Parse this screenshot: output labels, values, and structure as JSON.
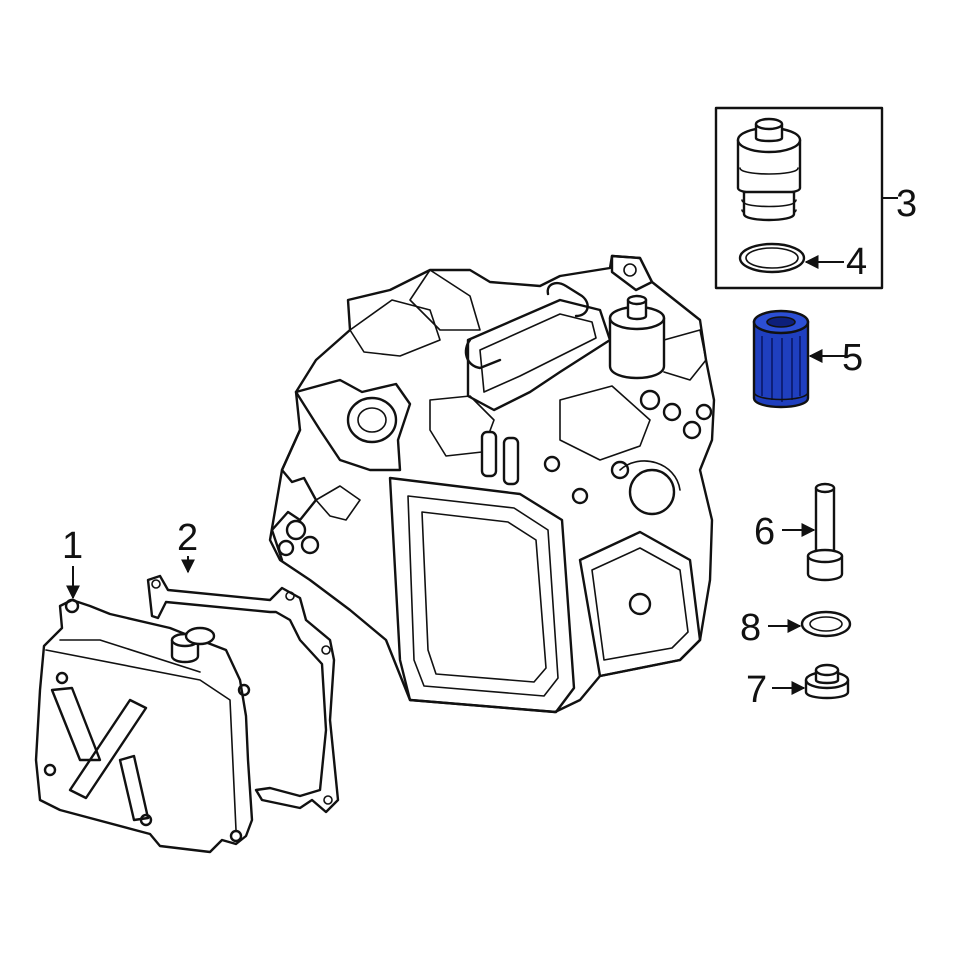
{
  "callouts": [
    {
      "id": "1",
      "label": "1"
    },
    {
      "id": "2",
      "label": "2"
    },
    {
      "id": "3",
      "label": "3"
    },
    {
      "id": "4",
      "label": "4"
    },
    {
      "id": "5",
      "label": "5"
    },
    {
      "id": "6",
      "label": "6"
    },
    {
      "id": "7",
      "label": "7"
    },
    {
      "id": "8",
      "label": "8"
    }
  ],
  "colors": {
    "line": "#111111",
    "background": "#ffffff",
    "highlight": "#1f3fbf",
    "highlight_dark": "#0d1f7a"
  },
  "highlighted_part": "5"
}
